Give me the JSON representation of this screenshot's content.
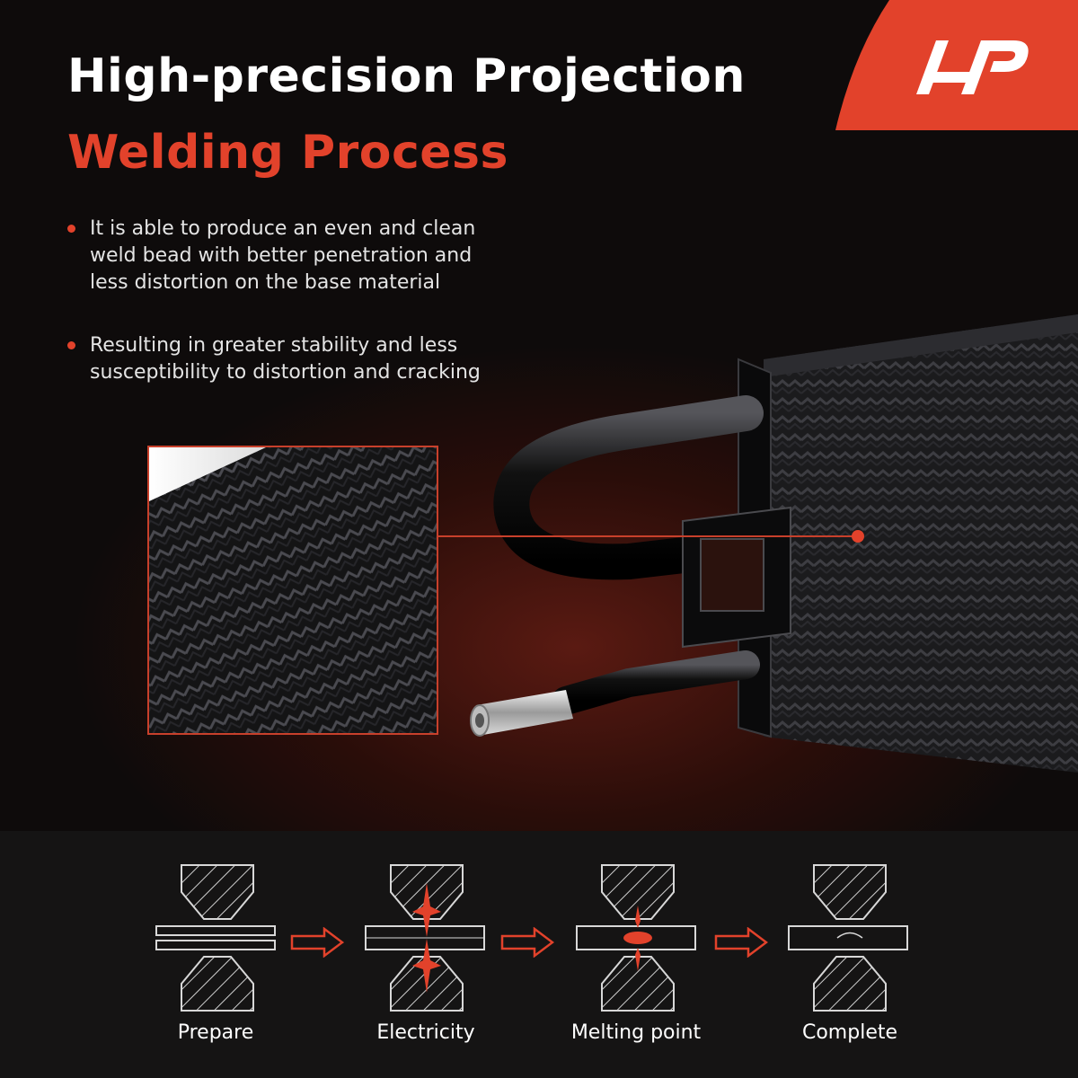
{
  "header": {
    "title_line1": "High-precision Projection",
    "title_line2": "Welding Process"
  },
  "brand": {
    "logo_icon": "a-premium-logo-icon",
    "accent": "#e2422b"
  },
  "bullets": [
    "It is able to produce an even and clean weld bead with better penetration and less distortion on the base material",
    "Resulting in greater stability and less susceptibility to distortion and cracking"
  ],
  "steps": [
    {
      "label": "Prepare",
      "icon": "prepare-diagram-icon"
    },
    {
      "label": "Electricity",
      "icon": "electricity-diagram-icon"
    },
    {
      "label": "Melting point",
      "icon": "melting-point-diagram-icon"
    },
    {
      "label": "Complete",
      "icon": "complete-diagram-icon"
    }
  ],
  "colors": {
    "background": "#0e0b0b",
    "accent": "#e2422b",
    "band": "#151414"
  }
}
